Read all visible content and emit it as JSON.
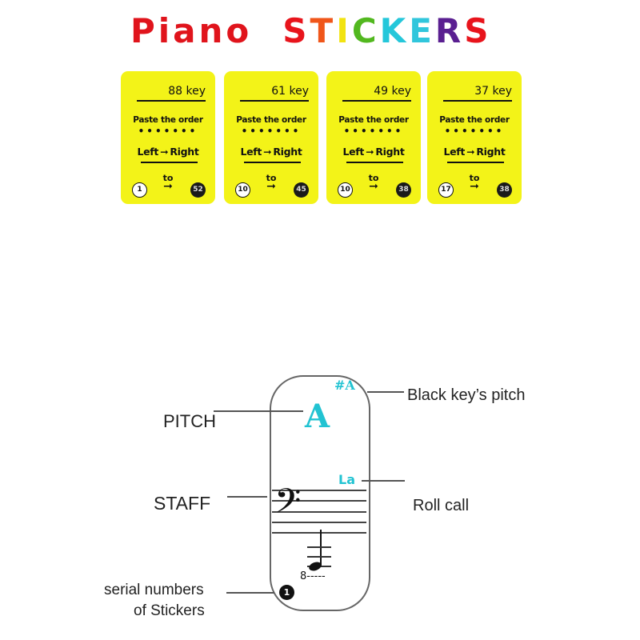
{
  "title": {
    "word1": "Piano",
    "word2_letters": [
      {
        "char": "S",
        "color": "#e8141c"
      },
      {
        "char": "T",
        "color": "#f0561a"
      },
      {
        "char": "I",
        "color": "#f2e311"
      },
      {
        "char": "C",
        "color": "#52b81f"
      },
      {
        "char": "K",
        "color": "#25c7da"
      },
      {
        "char": "E",
        "color": "#31c6dc"
      },
      {
        "char": "R",
        "color": "#5a1f91"
      },
      {
        "char": "S",
        "color": "#e8141c"
      }
    ]
  },
  "cards": [
    {
      "key": "88 key",
      "paste": "Paste the order",
      "dots": "•••••••",
      "left": "Left",
      "arrow": "➞",
      "right": "Right",
      "to": "to",
      "to_arrow": "➞",
      "from_num": "1",
      "to_num": "52"
    },
    {
      "key": "61 key",
      "paste": "Paste the order",
      "dots": "•••••••",
      "left": "Left",
      "arrow": "➞",
      "right": "Right",
      "to": "to",
      "to_arrow": "➞",
      "from_num": "10",
      "to_num": "45"
    },
    {
      "key": "49 key",
      "paste": "Paste the order",
      "dots": "•••••••",
      "left": "Left",
      "arrow": "➞",
      "right": "Right",
      "to": "to",
      "to_arrow": "➞",
      "from_num": "10",
      "to_num": "38"
    },
    {
      "key": "37 key",
      "paste": "Paste the order",
      "dots": "•••••••",
      "left": "Left",
      "arrow": "➞",
      "right": "Right",
      "to": "to",
      "to_arrow": "➞",
      "from_num": "17",
      "to_num": "38"
    }
  ],
  "sticker": {
    "pitch": "A",
    "black_key_pitch": "#A",
    "roll_call": "La",
    "clef": "𝄢",
    "ottava": "8-----",
    "serial": "1",
    "accent_color": "#22c3d2"
  },
  "labels": {
    "pitch": "PITCH",
    "staff": "STAFF",
    "black_key": "Black key’s pitch",
    "roll_call": "Roll call",
    "serial_line1": "serial numbers",
    "serial_line2": "of Stickers"
  }
}
